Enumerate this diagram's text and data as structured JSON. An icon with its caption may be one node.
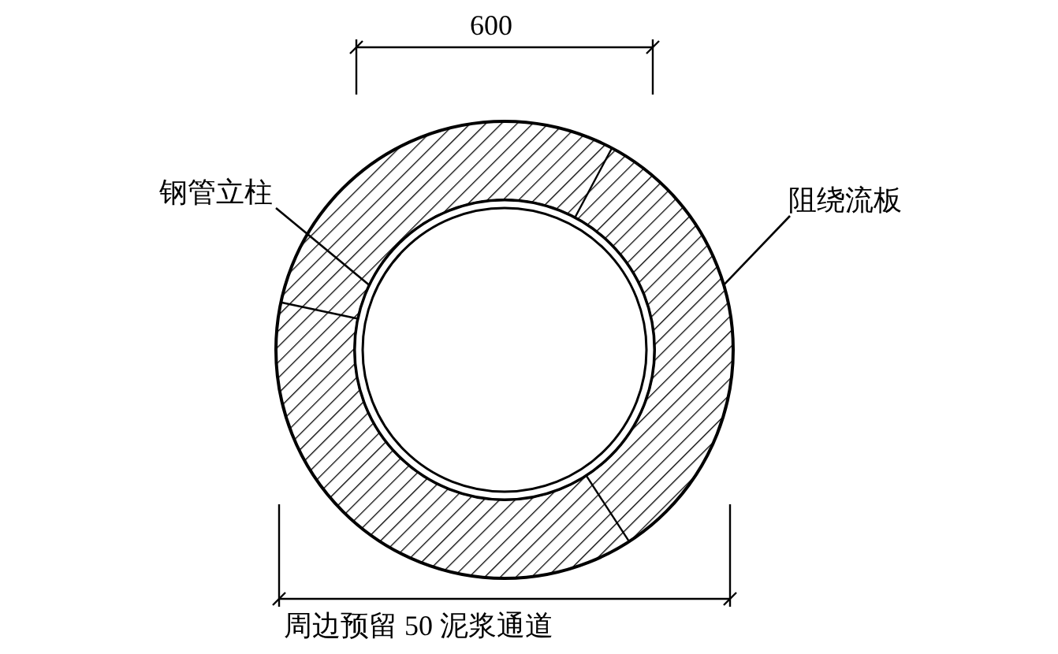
{
  "diagram": {
    "nodes": [
      {
        "text": [
          "钢管立柱"
        ]
      },
      {
        "text": [],
        "shape": "circle",
        "in": 3
      },
      {
        "text": [
          "阻绕流板"
        ]
      },
      {
        "text": [],
        "shape": "circle"
      }
    ],
    "edges": [
      {
        "from": 0,
        "to": 1,
        "arrow": "none"
      },
      {
        "from": 2,
        "to": 3,
        "arrow": "none"
      }
    ],
    "labels": [
      "600",
      "周边预留 50 泥浆通道"
    ]
  }
}
